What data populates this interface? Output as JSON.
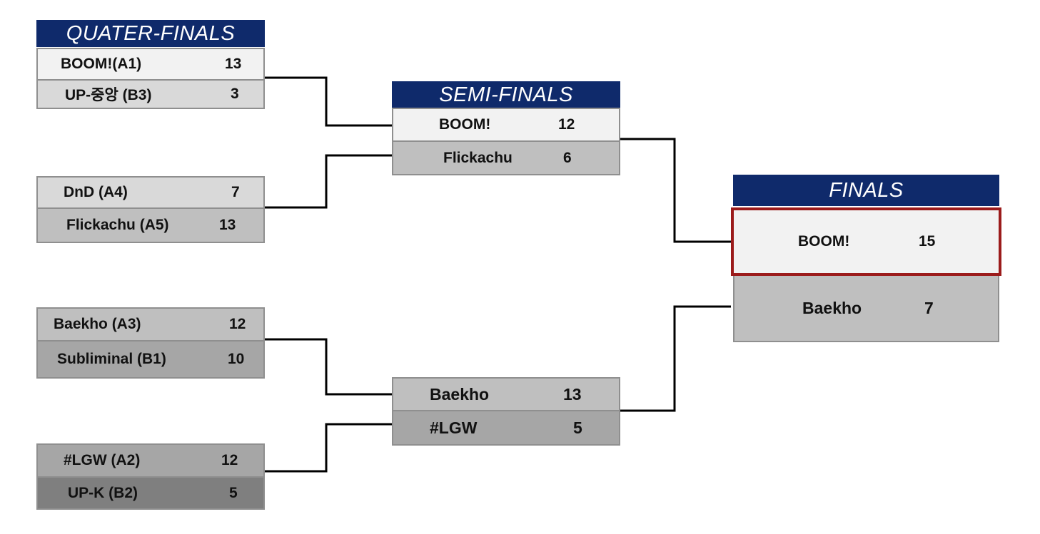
{
  "quarterfinals": {
    "title": "QUATER-FINALS",
    "matches": [
      {
        "team1": "BOOM!(A1)",
        "score1": "13",
        "team2": "UP-중앙 (B3)",
        "score2": "3"
      },
      {
        "team1": "DnD (A4)",
        "score1": "7",
        "team2": "Flickachu (A5)",
        "score2": "13"
      },
      {
        "team1": "Baekho (A3)",
        "score1": "12",
        "team2": "Subliminal (B1)",
        "score2": "10"
      },
      {
        "team1": "#LGW (A2)",
        "score1": "12",
        "team2": "UP-K (B2)",
        "score2": "5"
      }
    ]
  },
  "semifinals": {
    "title": "SEMI-FINALS",
    "matches": [
      {
        "team1": "BOOM!",
        "score1": "12",
        "team2": "Flickachu",
        "score2": "6"
      },
      {
        "team1": "Baekho",
        "score1": "13",
        "team2": "#LGW",
        "score2": "5"
      }
    ]
  },
  "finals": {
    "title": "FINALS",
    "match": {
      "team1": "BOOM!",
      "score1": "15",
      "team2": "Baekho",
      "score2": "7"
    }
  },
  "colors": {
    "header_bg": "#0f2a6b",
    "winner_border": "#9b1b1b",
    "connector": "#000000"
  }
}
